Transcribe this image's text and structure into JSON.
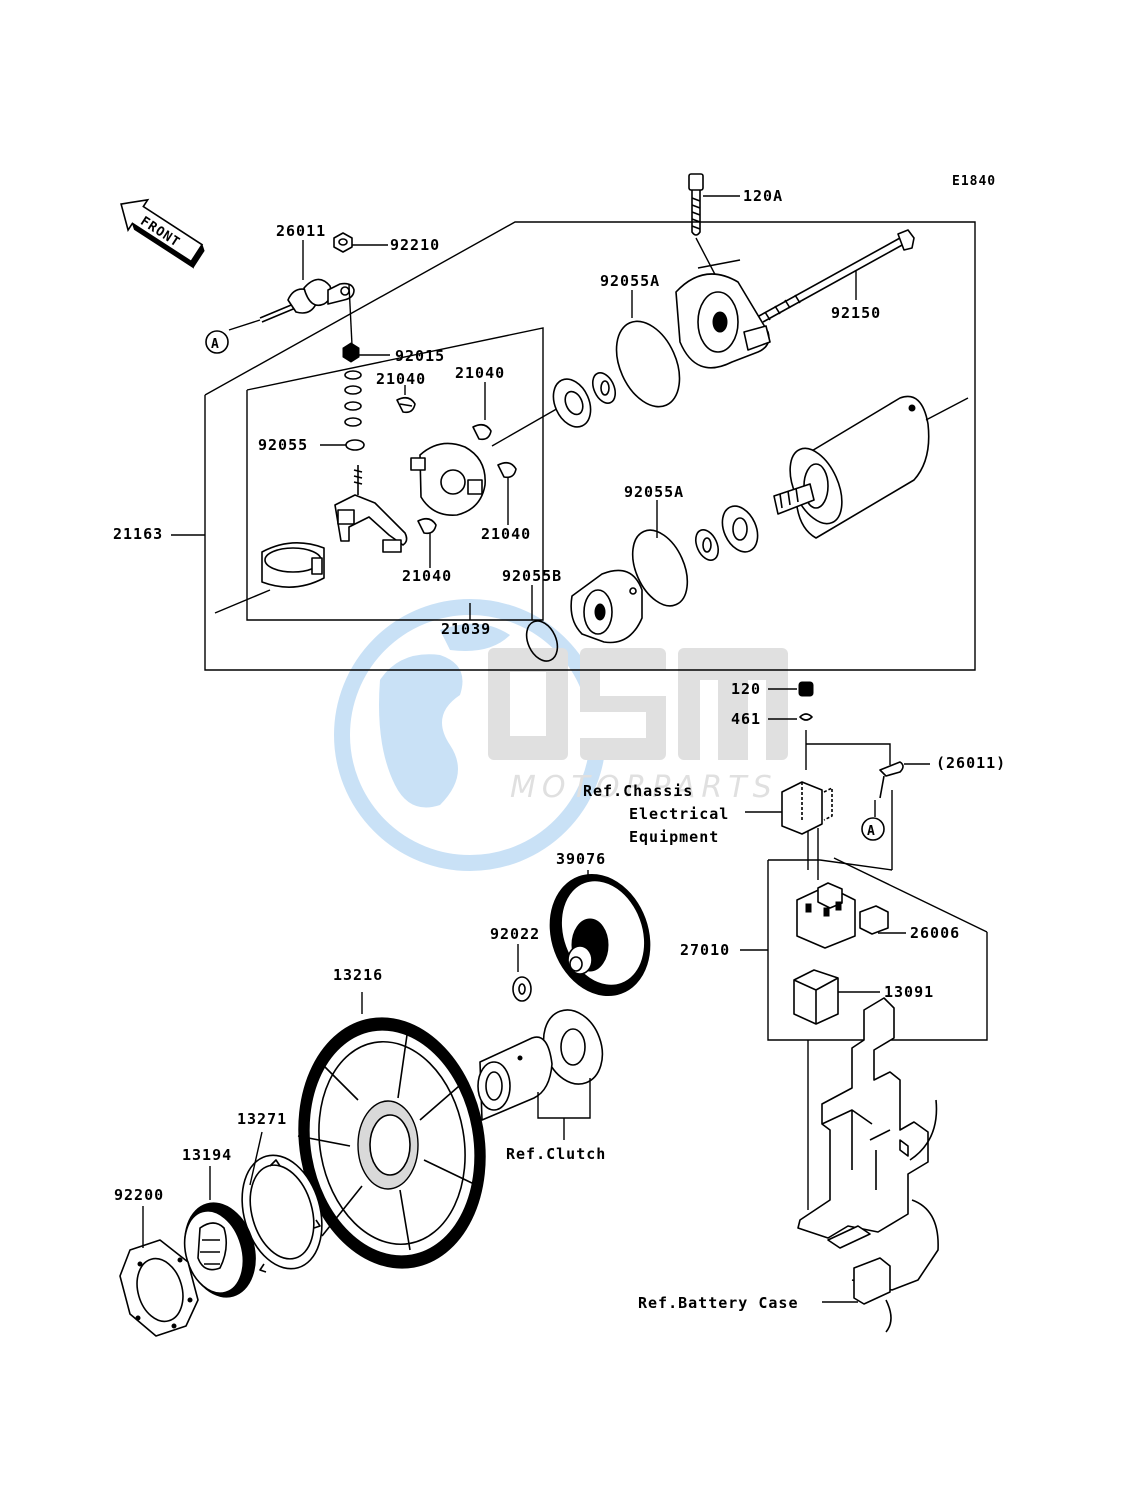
{
  "diagram_code": "E1840",
  "orientation": "FRONT",
  "watermark": {
    "logo": "OSM",
    "tagline": "MOTORPARTS"
  },
  "colors": {
    "line": "#000000",
    "watermark_blue": "#9ec9ef",
    "watermark_grey": "#c7c7c7"
  },
  "part_labels": {
    "p120A": "120A",
    "p26011": "26011",
    "p92210": "92210",
    "p92055A_top": "92055A",
    "p92150": "92150",
    "p92015": "92015",
    "p21040_a": "21040",
    "p21040_b": "21040",
    "p92055": "92055",
    "p21040_c": "21040",
    "p21163": "21163",
    "p92055A_bottom": "92055A",
    "p21040_d": "21040",
    "p92055B": "92055B",
    "p21039": "21039",
    "p120": "120",
    "p461": "461",
    "p26011_ref": "(26011)",
    "p39076": "39076",
    "p92022": "92022",
    "p27010": "27010",
    "p26006": "26006",
    "p13216": "13216",
    "p13091": "13091",
    "p13271": "13271",
    "p13194": "13194",
    "p92200": "92200"
  },
  "ref_labels": {
    "chassis_line1": "Ref.Chassis",
    "chassis_line2": "Electrical",
    "chassis_line3": "Equipment",
    "clutch": "Ref.Clutch",
    "battery_case": "Ref.Battery Case"
  },
  "connector_marker": "A"
}
